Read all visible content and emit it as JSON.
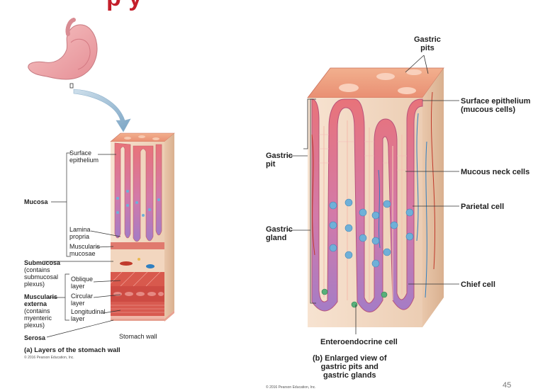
{
  "slide": {
    "title": "p          y",
    "page_number": "45"
  },
  "left_panel": {
    "labels": {
      "surface_epithelium": "Surface\nepithelium",
      "mucosa": "Mucosa",
      "lamina_propria": "Lamina\npropria",
      "muscularis_mucosae": "Muscularis\nmucosae",
      "submucosa": "Submucosa",
      "submucosa_note": "(contains\nsubmucosal\nplexus)",
      "oblique_layer": "Oblique\nlayer",
      "circular_layer": "Circular\nlayer",
      "longitudinal_layer": "Longitudinal\nlayer",
      "muscularis_externa": "Muscularis\nexterna",
      "muscularis_note": "(contains\nmyenteric\nplexus)",
      "serosa": "Serosa",
      "stomach_wall": "Stomach wall"
    },
    "caption": "(a) Layers of the stomach wall",
    "copyright": "© 2016 Pearson Education, Inc."
  },
  "right_panel": {
    "labels": {
      "gastric_pits": "Gastric\npits",
      "surface_epithelium": "Surface epithelium\n(mucous cells)",
      "gastric_pit": "Gastric\npit",
      "mucous_neck_cells": "Mucous neck cells",
      "parietal_cell": "Parietal cell",
      "gastric_gland": "Gastric\ngland",
      "chief_cell": "Chief cell",
      "enteroendocrine_cell": "Enteroendocrine cell"
    },
    "caption": "(b) Enlarged view of\ngastric pits and\ngastric glands",
    "copyright": "© 2016 Pearson Education, Inc."
  },
  "colors": {
    "epithelium": "#e8737a",
    "tissue": "#f3d9c4",
    "gland_purple": "#a884c8",
    "parietal_blue": "#6fb0d8",
    "muscle": "#d9534f",
    "vessel_red": "#c0392b",
    "vessel_blue": "#2f7fc1",
    "title_red": "#c41e2a"
  }
}
